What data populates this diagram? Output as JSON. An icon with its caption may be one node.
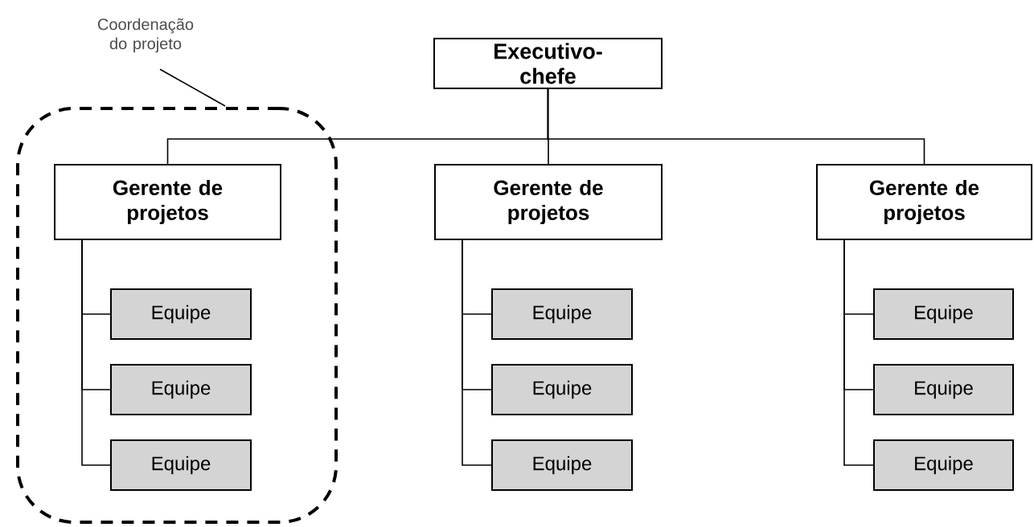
{
  "diagram": {
    "nodes": [
      {
        "text": [
          "Coordenação do projeto"
        ]
      },
      {
        "text": [
          "Executivo-chefe"
        ]
      },
      {
        "text": [],
        "shape": "box"
      },
      {
        "text": [
          "Gerente de projetos"
        ],
        "in": 2
      },
      {
        "text": [
          "Equipe"
        ],
        "in": 2
      },
      {
        "text": [
          "Equipe"
        ],
        "in": 2
      },
      {
        "text": [
          "Equipe"
        ],
        "in": 2
      },
      {
        "text": [
          "Gerente de projetos"
        ]
      },
      {
        "text": [
          "Equipe"
        ]
      },
      {
        "text": [
          "Equipe"
        ]
      },
      {
        "text": [
          "Equipe"
        ]
      },
      {
        "text": [
          "Gerente de projetos"
        ]
      },
      {
        "text": [
          "Equipe"
        ]
      },
      {
        "text": [
          "Equipe"
        ]
      },
      {
        "text": [
          "Equipe"
        ]
      }
    ],
    "edges": [
      {
        "from": 0,
        "to": 2,
        "arrow": "none"
      },
      {
        "from": 1,
        "to": 3,
        "arrow": "none"
      },
      {
        "from": 1,
        "to": 7,
        "arrow": "none"
      },
      {
        "from": 1,
        "to": 11,
        "arrow": "none"
      },
      {
        "from": 3,
        "to": 4,
        "arrow": "none"
      },
      {
        "from": 3,
        "to": 5,
        "arrow": "none"
      },
      {
        "from": 3,
        "to": 6,
        "arrow": "none"
      },
      {
        "from": 7,
        "to": 8,
        "arrow": "none"
      },
      {
        "from": 7,
        "to": 9,
        "arrow": "none"
      },
      {
        "from": 7,
        "to": 10,
        "arrow": "none"
      },
      {
        "from": 11,
        "to": 12,
        "arrow": "none"
      },
      {
        "from": 11,
        "to": 13,
        "arrow": "none"
      },
      {
        "from": 11,
        "to": 14,
        "arrow": "none"
      }
    ]
  }
}
